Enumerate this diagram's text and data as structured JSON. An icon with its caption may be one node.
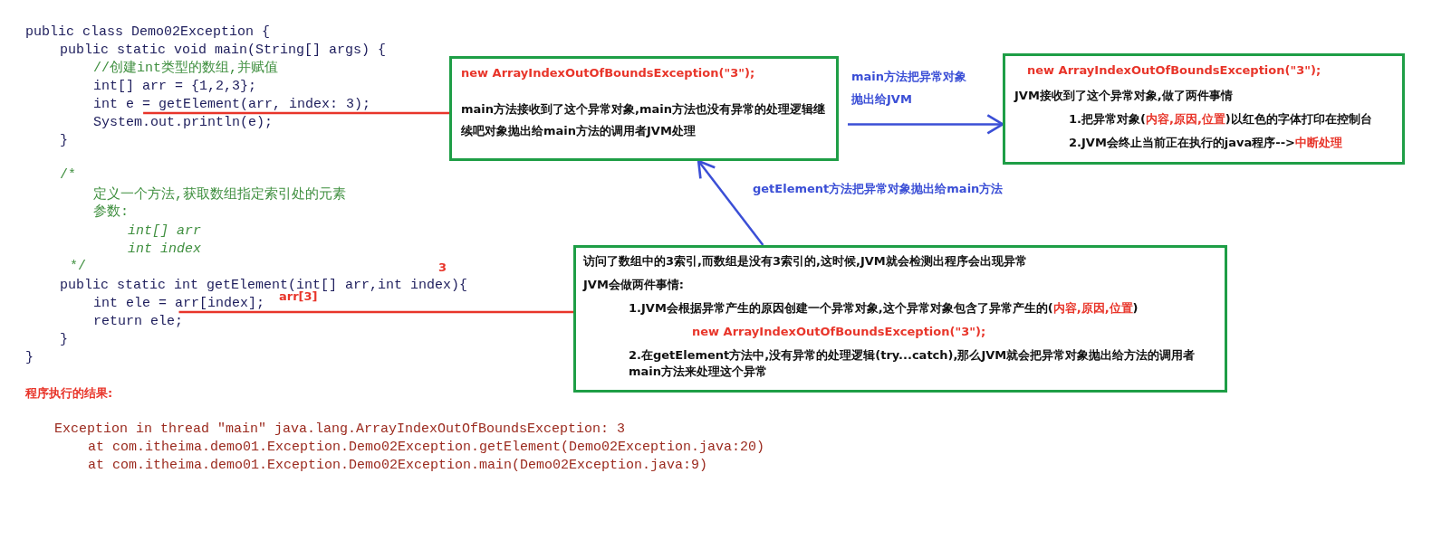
{
  "diagram": {
    "nodes": [
      {
        "text": [
          "new ArrayIndexOutOfBoundsException(\"3\");",
          "main方法接收到了这个异常对象,main方法也没有异常的处理逻辑继续吧对象抛出给main方法的调用者JVM处理"
        ]
      },
      {
        "text": [
          "new ArrayIndexOutOfBoundsException(\"3\");",
          "JVM接收到了这个异常对象,做了两件事情",
          "1.把异常对象(*内容,原因,位置*)以红色的字体打印在控制台",
          "2.JVM会终止当前正在执行的java程序-->*中断处理*"
        ]
      },
      {
        "text": [
          "访问了数组中的3索引,而数组是没有3索引的,这时候,JVM就会检测出程序会出现异常",
          "JVM会做两件事情:",
          "1.JVM会根据异常产生的原因创建一个异常对象,这个异常对象包含了异常产生的(*内容,原因,位置*)",
          "new ArrayIndexOutOfBoundsException(\"3\");",
          "2.在getElement方法中,没有异常的处理逻辑(try...catch),那么JVM就会把异常对象抛出给方法的调用者main方法来处理这个异常"
        ]
      },
      {
        "text": [
          "int e = getElement(arr, index: 3);"
        ]
      },
      {
        "text": [
          "int ele = arr[index];"
        ]
      }
    ],
    "edges": [
      {
        "from": 3,
        "to": 0,
        "arrow": "none",
        "color": "#e8352a"
      },
      {
        "from": 0,
        "to": 1,
        "arrow": "to",
        "label": "main方法把异常对象抛出给JVM",
        "color": "#3b4fd6"
      },
      {
        "from": 4,
        "to": 2,
        "arrow": "none",
        "color": "#e8352a"
      },
      {
        "from": 2,
        "to": 0,
        "arrow": "to",
        "label": "getElement方法把异常对象抛出给main方法",
        "color": "#3b4fd6"
      }
    ],
    "labels": [
      "public class Demo02Exception {",
      "public static void main(String[] args) {",
      "//创建int类型的数组,并赋值",
      "int[] arr = {1,2,3};",
      "System.out.println(e);",
      "}",
      "/*",
      "定义一个方法,获取数组指定索引处的元素",
      "参数:",
      "int[] arr",
      "int index",
      "*/",
      "3",
      "public static int getElement(int[] arr,int index){",
      "arr[3]",
      "return ele;",
      "}",
      "}",
      "程序执行的结果:",
      "Exception in thread \"main\" java.lang.ArrayIndexOutOfBoundsException: 3",
      "at com.itheima.demo01.Exception.Demo02Exception.getElement(Demo02Exception.java:20)",
      "at com.itheima.demo01.Exception.Demo02Exception.main(Demo02Exception.java:9)"
    ]
  }
}
